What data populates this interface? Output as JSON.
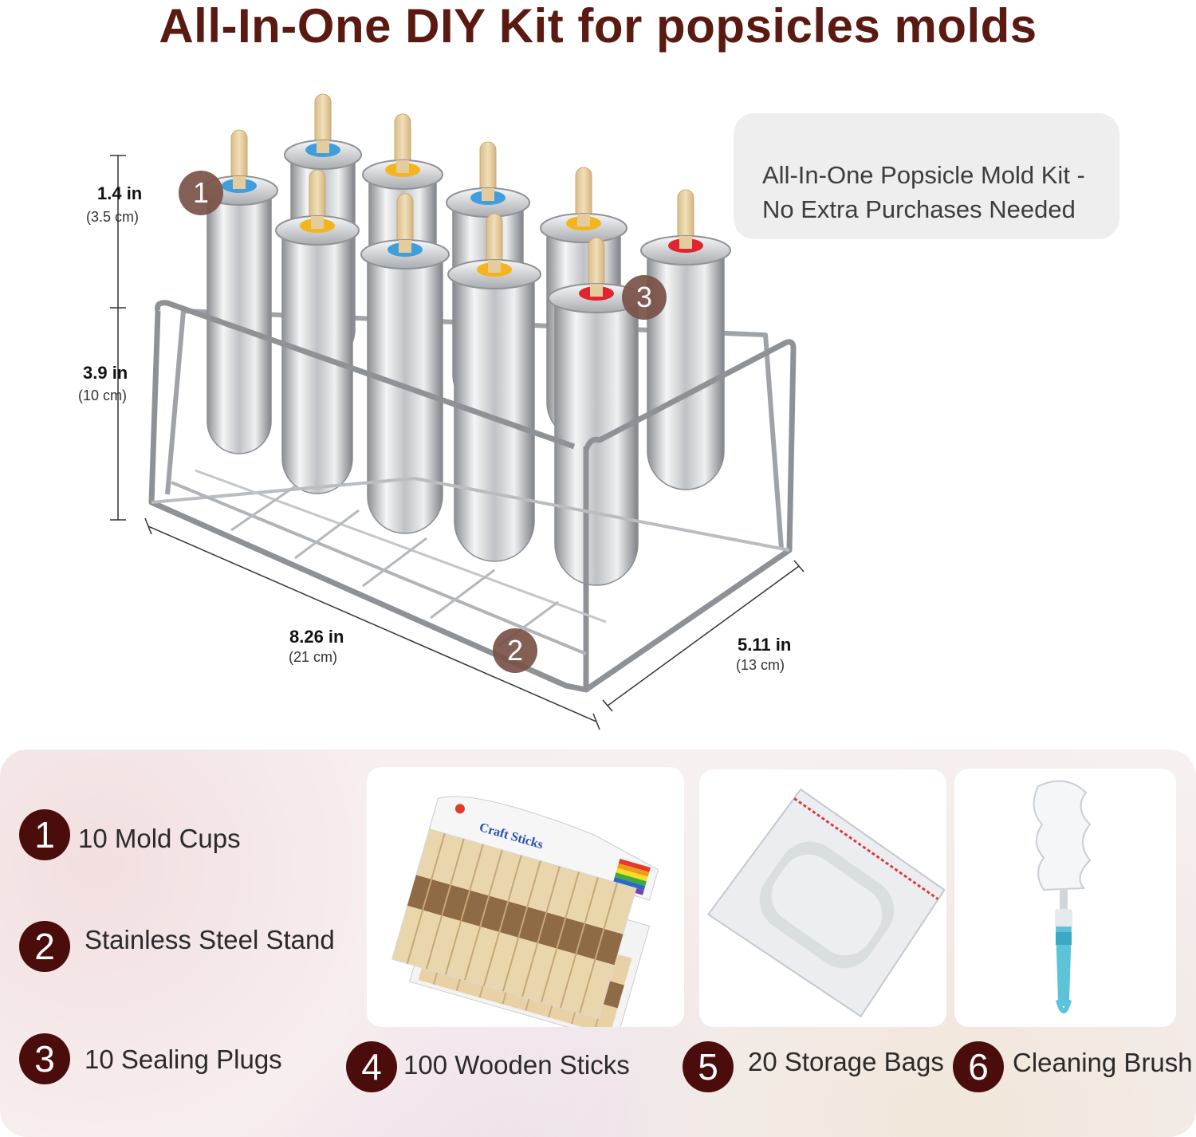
{
  "title": "All-In-One DIY Kit for popsicles molds",
  "callout": {
    "line1": "All-In-One Popsicle Mold Kit -",
    "line2": "No Extra Purchases Needed"
  },
  "dimensions": {
    "top_height": {
      "imperial": "1.4 in",
      "metric": "(3.5 cm)"
    },
    "body_height": {
      "imperial": "3.9 in",
      "metric": "(10 cm)"
    },
    "length": {
      "imperial": "8.26 in",
      "metric": "(21 cm)"
    },
    "width": {
      "imperial": "5.11 in",
      "metric": "(13 cm)"
    }
  },
  "markers": [
    "1",
    "2",
    "3"
  ],
  "items": [
    {
      "num": "1",
      "label": "10 Mold Cups"
    },
    {
      "num": "2",
      "label": "Stainless Steel Stand"
    },
    {
      "num": "3",
      "label": "10 Sealing Plugs"
    },
    {
      "num": "4",
      "label": "100 Wooden Sticks"
    },
    {
      "num": "5",
      "label": "20 Storage Bags"
    },
    {
      "num": "6",
      "label": "Cleaning Brush"
    }
  ],
  "sticks_package": {
    "label": "Craft Sticks"
  },
  "colors": {
    "title": "#5a1a12",
    "badge": "#4b0d0b",
    "marker": "#7a5248",
    "plug_blue": "#3f9fdc",
    "plug_yellow": "#f3b51b",
    "plug_red": "#e0252f"
  }
}
